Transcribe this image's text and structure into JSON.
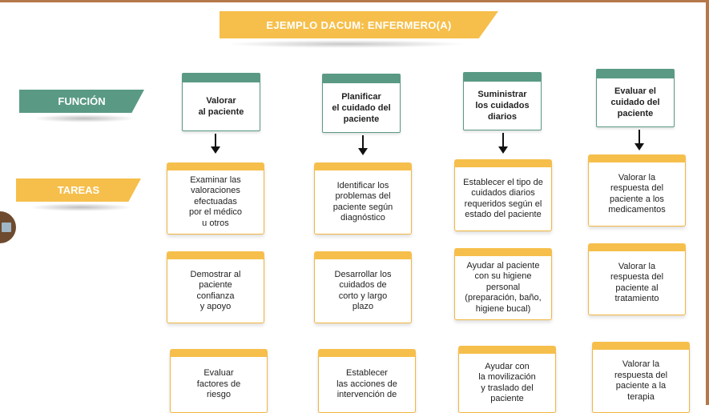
{
  "title": "EJEMPLO DACUM: ENFERMERO(A)",
  "labels": {
    "funcion": "FUNCIÓN",
    "tareas": "TAREAS"
  },
  "columns": [
    {
      "function": "Valorar\nal paciente",
      "tasks": [
        "Examinar las\nvaloraciones\nefectuadas\npor el médico\nu otros",
        "Demostrar al\npaciente\nconfianza\ny apoyo",
        "Evaluar\nfactores de\nriesgo"
      ]
    },
    {
      "function": "Planificar\nel cuidado del\npaciente",
      "tasks": [
        "Identificar los\nproblemas del\npaciente según\ndiagnóstico",
        "Desarrollar los\ncuidados de\ncorto y largo\nplazo",
        "Establecer\nlas acciones de\nintervención de"
      ]
    },
    {
      "function": "Suministrar\nlos cuidados\ndiarios",
      "tasks": [
        "Establecer el tipo de\ncuidados diarios\nrequeridos según el\nestado del paciente",
        "Ayudar al paciente\ncon su higiene\npersonal\n(preparación, baño,\nhigiene bucal)",
        "Ayudar con\nla movilización\ny traslado del\npaciente"
      ]
    },
    {
      "function": "Evaluar el\ncuidado del\npaciente",
      "tasks": [
        "Valorar la\nrespuesta del\npaciente a los\nmedicamentos",
        "Valorar la\nrespuesta del\npaciente al\ntratamiento",
        "Valorar la\nrespuesta del\npaciente a la\nterapia"
      ]
    }
  ],
  "colors": {
    "green": "#5a9a84",
    "yellow": "#f6bf4b",
    "frame": "#b5784a"
  }
}
